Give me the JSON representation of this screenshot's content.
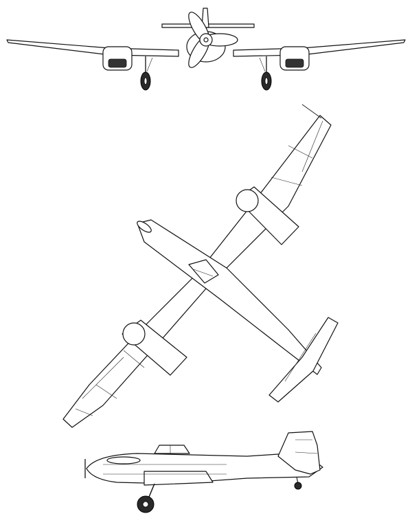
{
  "drawing": {
    "views": [
      "front",
      "top",
      "side"
    ],
    "colors": {
      "ink": "#111111",
      "paper": "#ffffff",
      "shade": "#333333"
    }
  }
}
